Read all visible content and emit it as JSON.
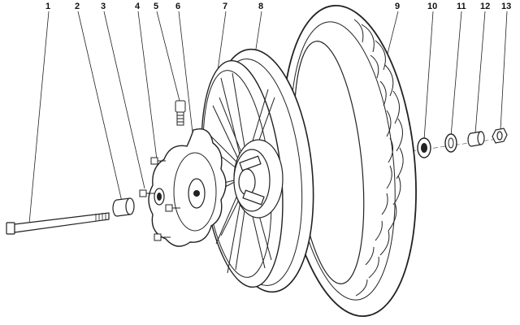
{
  "diagram": {
    "callouts": [
      "1",
      "2",
      "3",
      "4",
      "5",
      "6",
      "7",
      "8",
      "9",
      "10",
      "11",
      "12",
      "13"
    ],
    "colors": {
      "line": "#222222",
      "background": "#ffffff"
    }
  }
}
